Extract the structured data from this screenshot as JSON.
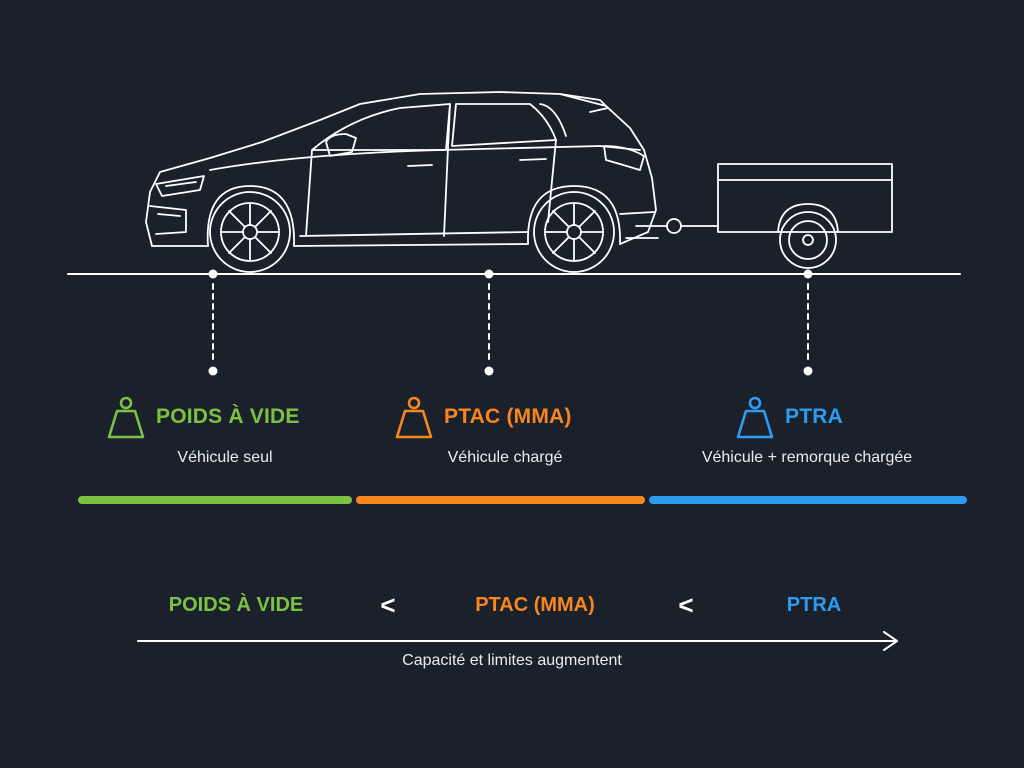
{
  "colors": {
    "background": "#1b212b",
    "line": "#ffffff",
    "poids_a_vide": "#7cc242",
    "ptac": "#f7861f",
    "ptra": "#2f9bf0"
  },
  "categories": [
    {
      "key": "poids_a_vide",
      "icon": "weight-icon",
      "title": "POIDS À VIDE",
      "subtitle": "Véhicule seul"
    },
    {
      "key": "ptac",
      "icon": "weight-icon",
      "title": "PTAC (MMA)",
      "subtitle": "Véhicule chargé"
    },
    {
      "key": "ptra",
      "icon": "weight-icon",
      "title": "PTRA",
      "subtitle": "Véhicule + remorque chargée"
    }
  ],
  "comparison": {
    "items": [
      "POIDS À VIDE",
      "PTAC (MMA)",
      "PTRA"
    ],
    "operator": "<"
  },
  "caption": "Capacité et limites augmentent"
}
